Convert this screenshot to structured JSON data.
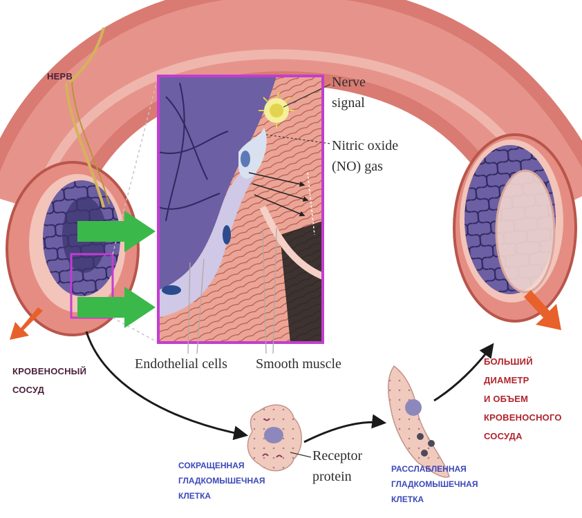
{
  "labels": {
    "nerve": "НЕРВ",
    "blood_vessel": [
      "КРОВЕНОСНЫЙ",
      "СОСУД"
    ],
    "larger_diameter": [
      "БОЛЬШИЙ",
      "ДИАМЕТР",
      "И ОБЪЕМ",
      "КРОВЕНОСНОГО",
      "СОСУДА"
    ],
    "contracted_cell": [
      "СОКРАЩЕННАЯ",
      "ГЛАДКОМЫШЕЧНАЯ",
      "КЛЕТКА"
    ],
    "relaxed_cell": [
      "РАССЛАБЛЕННАЯ",
      "ГЛАДКОМЫШЕЧНАЯ",
      "КЛЕТКА"
    ],
    "nerve_signal": [
      "Nerve",
      "signal"
    ],
    "nitric_oxide": [
      "Nitric oxide",
      "(NO) gas"
    ],
    "endothelial_cells": "Endothelial cells",
    "smooth_muscle": "Smooth muscle",
    "receptor_protein": [
      "Receptor",
      "protein"
    ]
  },
  "colors": {
    "vessel_outer": "#e58d83",
    "vessel_inner_wall": "#f2c4ba",
    "endothelium": "#6c5fa3",
    "endothelium_dark": "#3c3470",
    "inset_frame": "#c23ed0",
    "pointer_arrow": "#3bb84a",
    "flow_arrow": "#e8602a",
    "cell_fill": "#f1cabe",
    "cell_nucleus": "#8d88bc"
  }
}
